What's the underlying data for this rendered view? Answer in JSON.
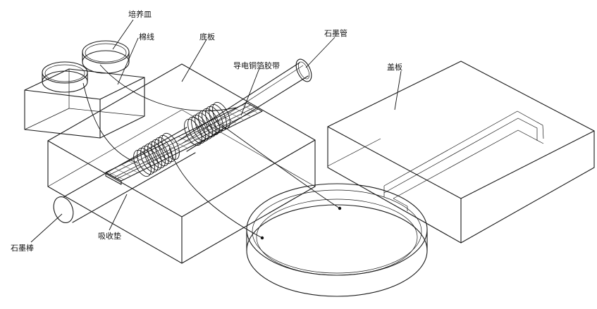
{
  "labels": {
    "petri_dish_small": "培养皿",
    "cotton_thread": "棉线",
    "base_plate": "底板",
    "copper_tape": "导电铜箔胶带",
    "graphite_tube": "石墨管",
    "cover_plate": "盖板",
    "graphite_rod": "石墨棒",
    "absorbent_pad": "吸收垫"
  }
}
